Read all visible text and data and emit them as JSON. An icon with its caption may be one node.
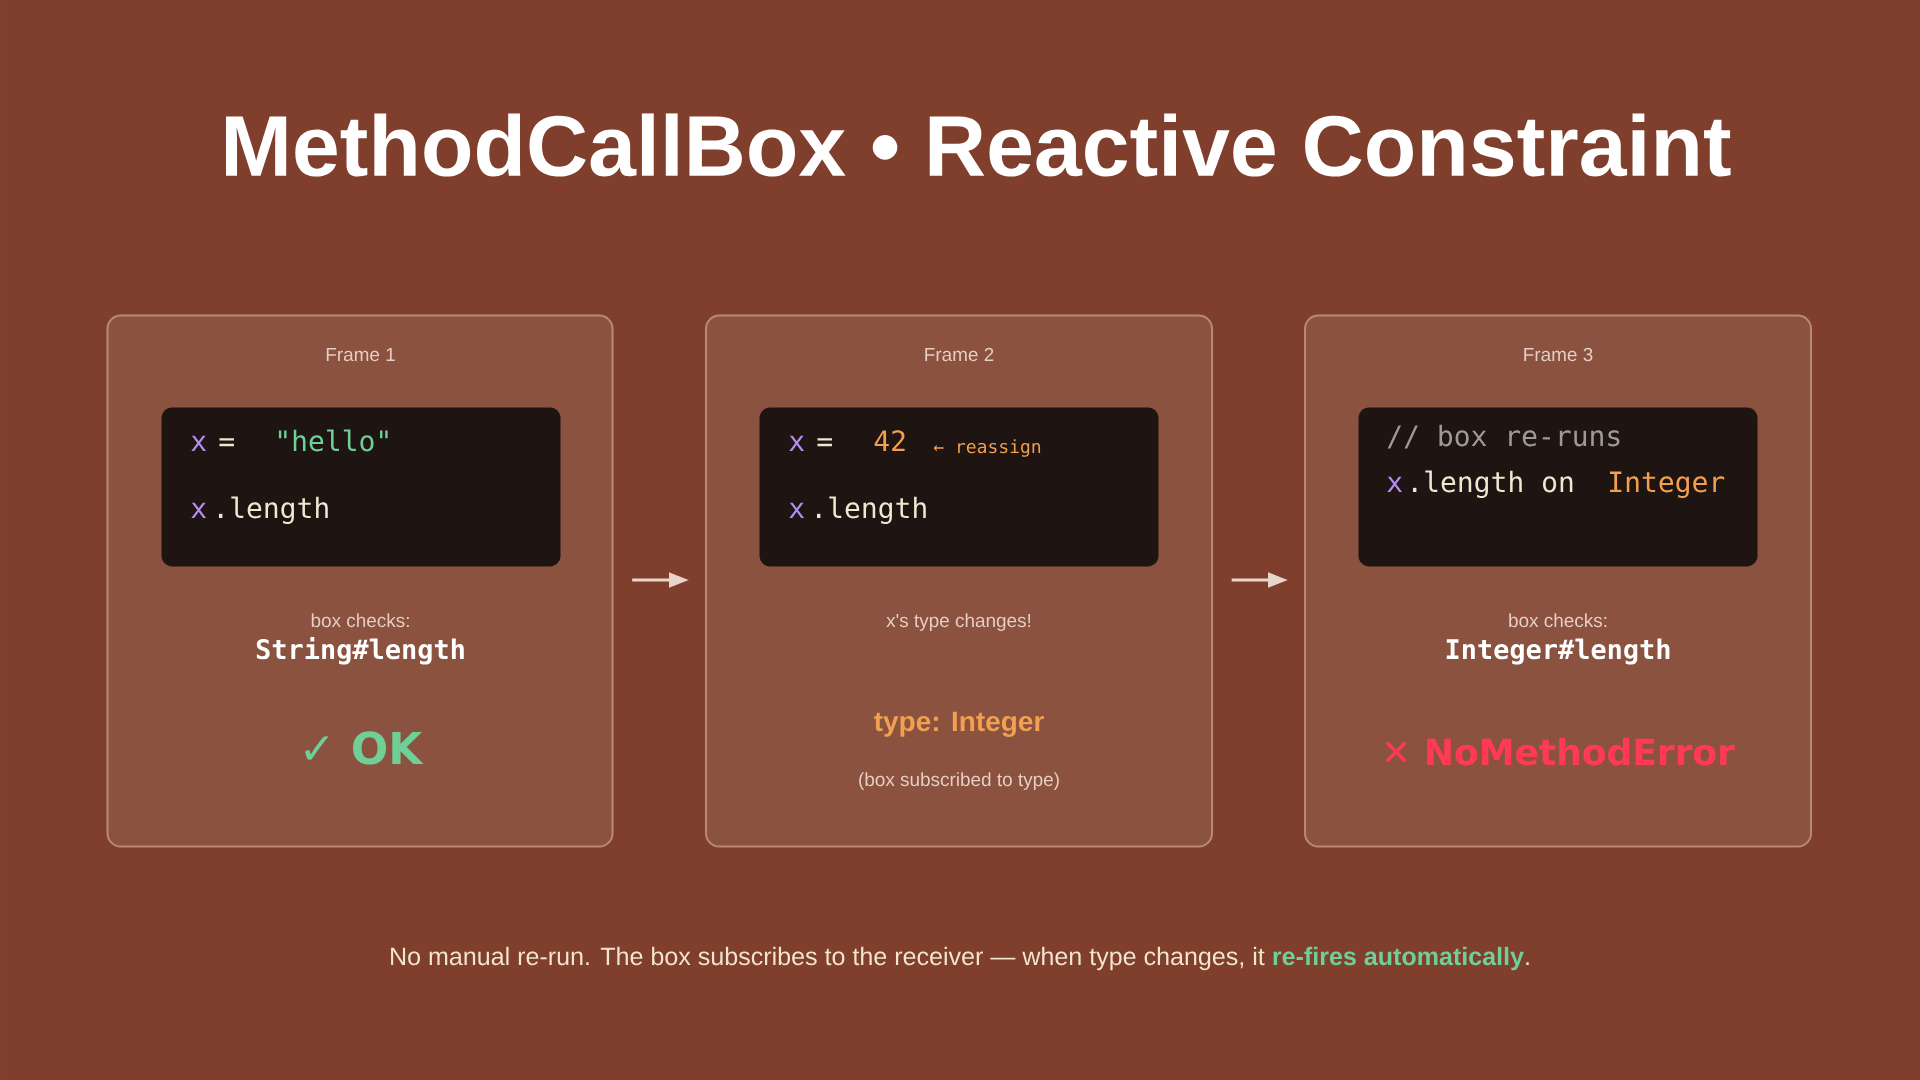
{
  "diagram": {
    "title": "MethodCallBox • Reactive Constraint",
    "nodes": [
      {
        "text": [
          "Frame 1",
          "box checks:",
          "String#length",
          "✓ OK"
        ]
      },
      {
        "text": [
          "x",
          "=",
          "\"hello\"",
          "x",
          ".length"
        ],
        "in": 0
      },
      {
        "text": [
          "Frame 2",
          "x's type changes!",
          "type: Integer",
          "(box subscribed to type)"
        ]
      },
      {
        "text": [
          "x",
          "=",
          "42",
          "← reassign",
          "x",
          ".length"
        ],
        "in": 2
      },
      {
        "text": [
          "Frame 3",
          "box checks:",
          "Integer#length",
          "✕ NoMethodError"
        ]
      },
      {
        "text": [
          "// box re-runs",
          "x",
          ".length on",
          "Integer"
        ],
        "in": 4
      }
    ],
    "edges": [
      {
        "from": 0,
        "to": 2,
        "arrow": "to"
      },
      {
        "from": 2,
        "to": 4,
        "arrow": "to"
      }
    ],
    "labels": [
      "No manual re-run. The box subscribes to the receiver — when type changes, it **re-fires automatically**."
    ]
  }
}
